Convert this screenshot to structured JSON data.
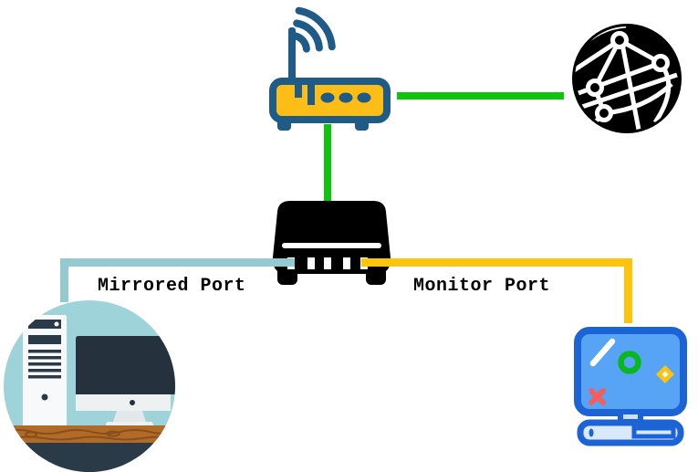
{
  "diagram": {
    "type": "network-topology",
    "labels": {
      "mirrored_port": "Mirrored Port",
      "monitor_port": "Monitor Port"
    },
    "nodes": [
      {
        "id": "wifi-router",
        "icon": "router-icon",
        "desc": "wireless router with antenna, wifi waves and three status lights"
      },
      {
        "id": "internet-globe",
        "icon": "globe-icon",
        "desc": "internet shown as black network globe with white links and nodes"
      },
      {
        "id": "network-switch",
        "icon": "switch-icon",
        "desc": "black network switch / tap with five white ports",
        "ports": 5
      },
      {
        "id": "mirrored-computer",
        "icon": "desktop-pc-illustration",
        "desc": "desktop tower and monitor on wooden desk inside circle"
      },
      {
        "id": "monitor-computer",
        "icon": "monitor-computer-icon",
        "desc": "blue analysis computer with slash, ring, diamond and x marks on screen"
      }
    ],
    "links": [
      {
        "from": "wifi-router",
        "to": "internet-globe",
        "color": "#0EC50E"
      },
      {
        "from": "wifi-router",
        "to": "network-switch",
        "color": "#0EC50E"
      },
      {
        "from": "network-switch",
        "to": "mirrored-computer",
        "color": "#93C9CF",
        "label_ref": "mirrored_port"
      },
      {
        "from": "network-switch",
        "to": "monitor-computer",
        "color": "#FDC40D",
        "label_ref": "monitor_port"
      }
    ],
    "colors": {
      "background": "#FFFFFF",
      "green_link": "#0EC50E",
      "mirrored_link": "#93C9CF",
      "monitor_link": "#FDC40D",
      "router_outline": "#1F5B87",
      "router_body": "#FBBD16",
      "switch_body": "#000000",
      "globe_body": "#000000",
      "monitor_outline": "#1C63D6",
      "monitor_screen": "#57A3F5",
      "monitor_base": "#D9E8FA",
      "screen_ring_green": "#09B81C",
      "screen_x_red": "#F25F5F",
      "circle_background": "#9ED3D9",
      "tower_white": "#F7F9FA",
      "screen_dark": "#25323D",
      "desk_wood": "#B06B28",
      "desk_grain": "#8A4E1D",
      "floor": "#2B3A47",
      "label_text": "#020202"
    }
  }
}
